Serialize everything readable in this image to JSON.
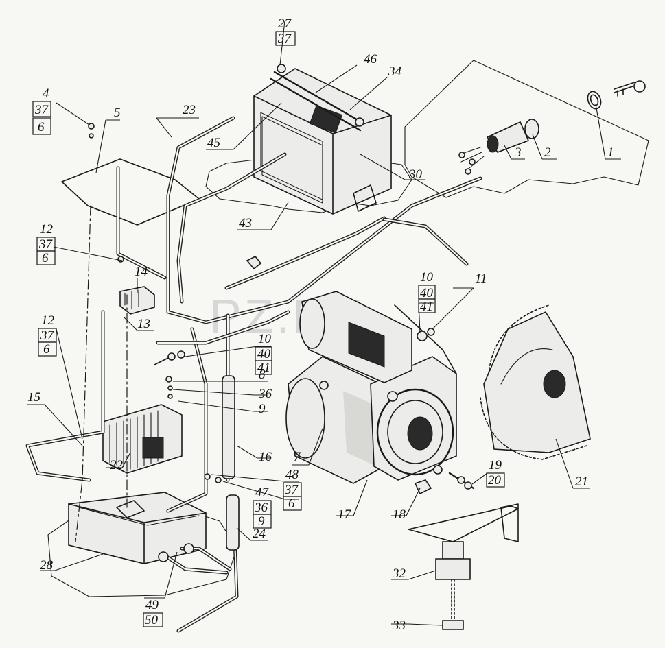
{
  "watermark": "PZ.RY",
  "callouts": [
    {
      "id": "c1",
      "lines": [
        "1"
      ]
    },
    {
      "id": "c2",
      "lines": [
        "2"
      ]
    },
    {
      "id": "c3",
      "lines": [
        "3"
      ]
    },
    {
      "id": "c4",
      "lines": [
        "4",
        "37",
        "6"
      ]
    },
    {
      "id": "c5",
      "lines": [
        "5"
      ]
    },
    {
      "id": "c7",
      "lines": [
        "7"
      ]
    },
    {
      "id": "c8",
      "lines": [
        "8"
      ]
    },
    {
      "id": "c9",
      "lines": [
        "9"
      ]
    },
    {
      "id": "c10a",
      "lines": [
        "10",
        "40",
        "41"
      ]
    },
    {
      "id": "c10b",
      "lines": [
        "10",
        "40",
        "41"
      ]
    },
    {
      "id": "c11",
      "lines": [
        "11"
      ]
    },
    {
      "id": "c12a",
      "lines": [
        "12",
        "37",
        "6"
      ]
    },
    {
      "id": "c12b",
      "lines": [
        "12",
        "37",
        "6"
      ]
    },
    {
      "id": "c13",
      "lines": [
        "13"
      ]
    },
    {
      "id": "c14",
      "lines": [
        "14"
      ]
    },
    {
      "id": "c15",
      "lines": [
        "15"
      ]
    },
    {
      "id": "c16",
      "lines": [
        "16"
      ]
    },
    {
      "id": "c17",
      "lines": [
        "17"
      ]
    },
    {
      "id": "c18",
      "lines": [
        "18"
      ]
    },
    {
      "id": "c19",
      "lines": [
        "19",
        "20"
      ]
    },
    {
      "id": "c21",
      "lines": [
        "21"
      ]
    },
    {
      "id": "c22",
      "lines": [
        "22"
      ]
    },
    {
      "id": "c23",
      "lines": [
        "23"
      ]
    },
    {
      "id": "c24",
      "lines": [
        "24"
      ]
    },
    {
      "id": "c27",
      "lines": [
        "27",
        "37"
      ]
    },
    {
      "id": "c28",
      "lines": [
        "28"
      ]
    },
    {
      "id": "c30",
      "lines": [
        "30"
      ]
    },
    {
      "id": "c32",
      "lines": [
        "32"
      ]
    },
    {
      "id": "c33",
      "lines": [
        "33"
      ]
    },
    {
      "id": "c34",
      "lines": [
        "34"
      ]
    },
    {
      "id": "c36",
      "lines": [
        "36"
      ]
    },
    {
      "id": "c43",
      "lines": [
        "43"
      ]
    },
    {
      "id": "c45",
      "lines": [
        "45"
      ]
    },
    {
      "id": "c46",
      "lines": [
        "46"
      ]
    },
    {
      "id": "c47",
      "lines": [
        "47",
        "36",
        "9"
      ]
    },
    {
      "id": "c48",
      "lines": [
        "48",
        "37",
        "6"
      ]
    },
    {
      "id": "c49",
      "lines": [
        "49",
        "50"
      ]
    }
  ]
}
